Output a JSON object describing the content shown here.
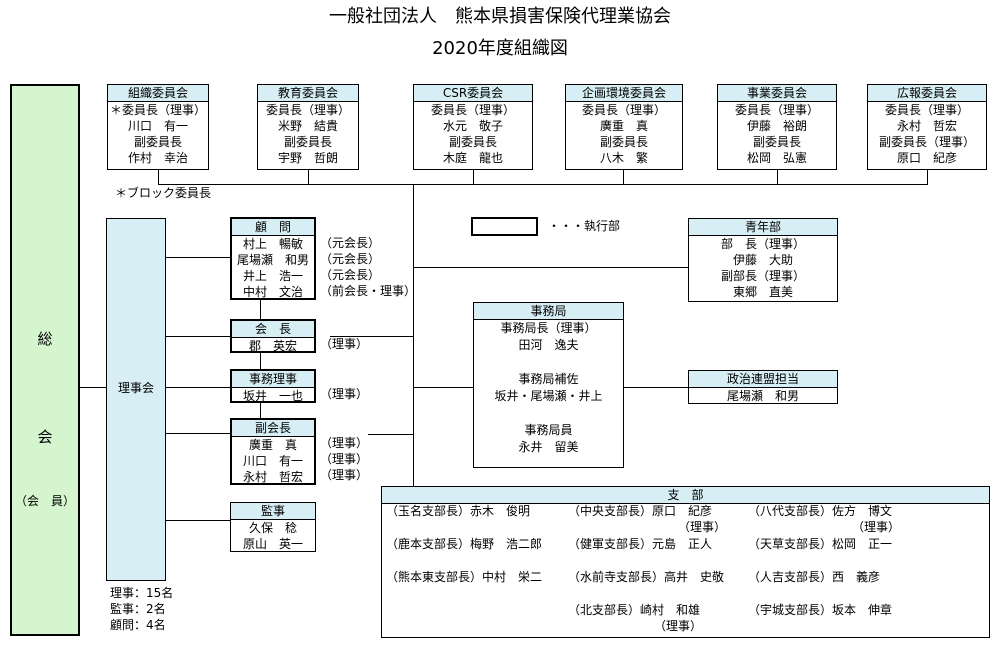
{
  "title_line1": "一般社団法人　熊本県損害保険代理業協会",
  "title_line2": "2020年度組織図",
  "sokai": {
    "char1": "総",
    "char2": "会",
    "sub": "（会　員）"
  },
  "rijikai": "理事会",
  "committees": [
    {
      "name": "組織委員会",
      "lines": [
        "＊委員長（理事）",
        "川口　有一",
        "副委員長",
        "作村　幸治"
      ]
    },
    {
      "name": "教育委員会",
      "lines": [
        "委員長（理事）",
        "米野　結貴",
        "副委員長",
        "宇野　哲朗"
      ]
    },
    {
      "name": "CSR委員会",
      "lines": [
        "委員長（理事）",
        "水元　敬子",
        "副委員長",
        "木庭　龍也"
      ]
    },
    {
      "name": "企画環境委員会",
      "lines": [
        "委員長（理事）",
        "廣重　真",
        "副委員長",
        "八木　繁"
      ]
    },
    {
      "name": "事業委員会",
      "lines": [
        "委員長（理事）",
        "伊藤　裕朗",
        "副委員長",
        "松岡　弘憲"
      ]
    },
    {
      "name": "広報委員会",
      "lines": [
        "委員長（理事）",
        "永村　哲宏",
        "副委員長（理事）",
        "原口　紀彦"
      ]
    }
  ],
  "block_note": "＊ブロック委員長",
  "legend_text": "・・・執行部",
  "komon": {
    "name": "顧　問",
    "lines": [
      "村上　暢敏",
      "尾場瀬　和男",
      "井上　浩一",
      "中村　文治"
    ],
    "notes": [
      "（元会長）",
      "（元会長）",
      "（元会長）",
      "（前会長・理事）"
    ]
  },
  "kaicho": {
    "name": "会　長",
    "lines": [
      "郡　英宏"
    ],
    "note": "（理事）"
  },
  "jimuriji": {
    "name": "事務理事",
    "lines": [
      "坂井　一也"
    ],
    "note": "（理事）"
  },
  "fukukaicho": {
    "name": "副会長",
    "lines": [
      "廣重　真",
      "川口　有一",
      "永村　哲宏"
    ],
    "notes": [
      "（理事）",
      "（理事）",
      "（理事）"
    ]
  },
  "kanji": {
    "name": "監事",
    "lines": [
      "久保　稔",
      "原山　英一"
    ]
  },
  "counts": [
    "理事：15名",
    "監事：2名",
    "顧問：4名"
  ],
  "seinenbu": {
    "name": "青年部",
    "lines": [
      "部　長（理事）",
      "伊藤　大助",
      "副部長（理事）",
      "東郷　直美"
    ]
  },
  "jimukyoku": {
    "name": "事務局",
    "lines": [
      "事務局長（理事）",
      "田河　逸夫",
      "",
      "事務局補佐",
      "坂井・尾場瀬・井上",
      "",
      "事務局員",
      "永井　留美"
    ]
  },
  "seiji": {
    "name": "政治連盟担当",
    "lines": [
      "尾場瀬　和男"
    ]
  },
  "shibu": {
    "name": "支　部",
    "col1": [
      "（玉名支部長）赤木　俊明",
      "（鹿本支部長）梅野　浩二郎",
      "（熊本東支部長）中村　栄二"
    ],
    "col2": [
      "（中央支部長）原口　紀彦",
      "（理事）",
      "（健軍支部長）元島　正人",
      "（水前寺支部長）高井　史敬",
      "（北支部長）崎村　和雄",
      "（理事）"
    ],
    "col3": [
      "（八代支部長）佐方　博文",
      "（理事）",
      "（天草支部長）松岡　正一",
      "（人吉支部長）西　義彦",
      "（宇城支部長）坂本　伸章"
    ]
  }
}
